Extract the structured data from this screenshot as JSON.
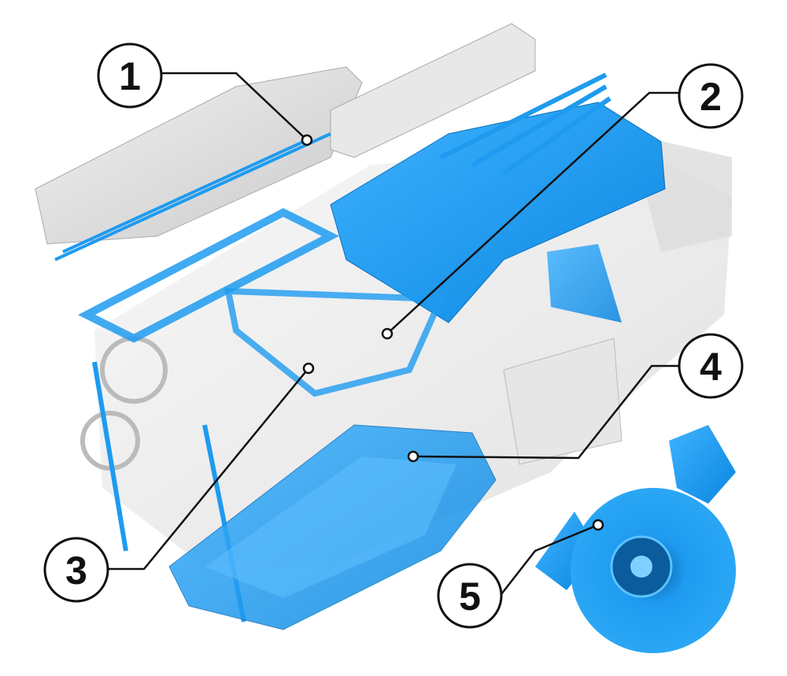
{
  "colors": {
    "part_highlight": "#1e9bf0",
    "engine_body": "#d9d9d9",
    "callout_stroke": "#111111"
  },
  "callouts": [
    {
      "label": "1"
    },
    {
      "label": "2"
    },
    {
      "label": "3"
    },
    {
      "label": "4"
    },
    {
      "label": "5"
    }
  ]
}
